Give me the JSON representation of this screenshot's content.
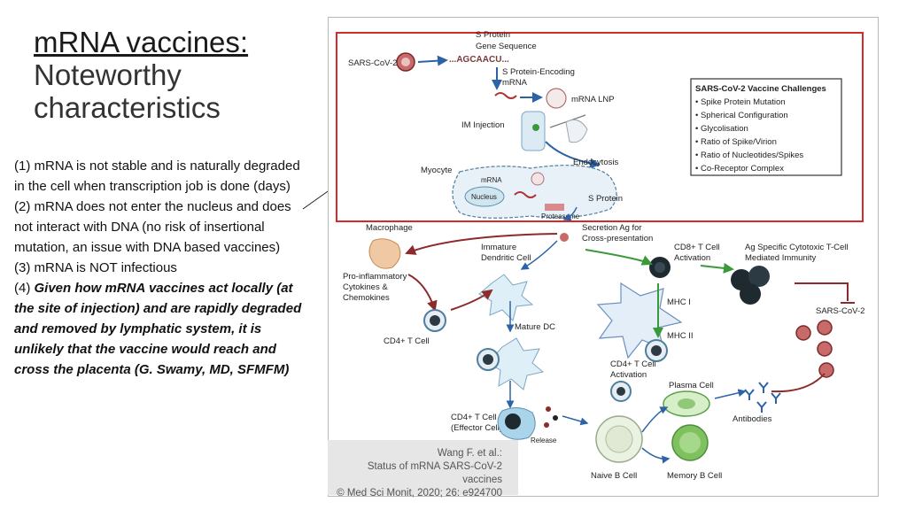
{
  "slide": {
    "title_underlined": "mRNA vaccines:",
    "title_rest": [
      "Noteworthy",
      "characteristics"
    ],
    "points": [
      "(1) mRNA is not stable and is naturally degraded in the cell when transcription job is done (days)",
      "(2) mRNA does not enter the nucleus and does not interact with DNA (no risk of insertional mutation, an issue with DNA based vaccines)",
      "(3) mRNA is NOT infectious"
    ],
    "point4_prefix": "(4) ",
    "point4_emphasis": "Given how mRNA vaccines act locally (at the site of injection) and are rapidly degraded and removed by lymphatic system, it is unlikely that the vaccine would reach and cross the placenta (G. Swamy, MD, SFMFM)"
  },
  "figure": {
    "labels": {
      "sars_cov2_top": "SARS-CoV-2",
      "s_protein_gene": [
        "S Protein",
        "Gene Sequence"
      ],
      "sequence": "...AGCAACU...",
      "s_protein_encoding": [
        "S Protein-Encoding",
        "mRNA"
      ],
      "mrna_lnp": "mRNA LNP",
      "im_injection": "IM Injection",
      "endocytosis": "Endocytosis",
      "myocyte": "Myocyte",
      "mrna": "mRNA",
      "nucleus": "Nucleus",
      "s_protein": "S Protein",
      "proteasome": "Proteasome",
      "macrophage": "Macrophage",
      "secretion": [
        "Secretion Ag for",
        "Cross-presentation"
      ],
      "immature_dc": [
        "Immature",
        "Dendritic Cell"
      ],
      "cd8": [
        "CD8+ T Cell",
        "Activation"
      ],
      "ag_specific": [
        "Ag Specific Cytotoxic T-Cell",
        "Mediated Immunity"
      ],
      "pro_inflam": [
        "Pro-inflammatory",
        "Cytokines &",
        "Chemokines"
      ],
      "mhc1": "MHC I",
      "mhc2": "MHC II",
      "sars_cov2_right": "SARS-CoV-2",
      "cd4_tcell": "CD4+ T Cell",
      "mature_dc": "Mature DC",
      "cd4_activation": [
        "CD4+ T Cell",
        "Activation"
      ],
      "plasma_cell": "Plasma Cell",
      "antibodies": "Antibodies",
      "cd4_effector": [
        "CD4+ T Cell",
        "(Effector Cell)"
      ],
      "release": "Release",
      "naive_b": "Naive B Cell",
      "memory_b": "Memory B Cell"
    },
    "challenges": {
      "title": "SARS-CoV-2 Vaccine Challenges",
      "items": [
        "• Spike Protein Mutation",
        "• Spherical Configuration",
        "• Glycolisation",
        "• Ratio of Spike/Virion",
        "• Ratio of Nucleotides/Spikes",
        "• Co-Receptor Complex"
      ]
    },
    "caption": [
      "Wang F. et al.:",
      "Status of mRNA SARS-CoV-2 vaccines",
      "© Med Sci Monit, 2020; 26: e924700"
    ],
    "colors": {
      "highlight_border": "#d42a2a",
      "arrow_blue": "#2b63a6",
      "arrow_green": "#3a9a3a",
      "arrow_red": "#8e2a2a"
    }
  }
}
